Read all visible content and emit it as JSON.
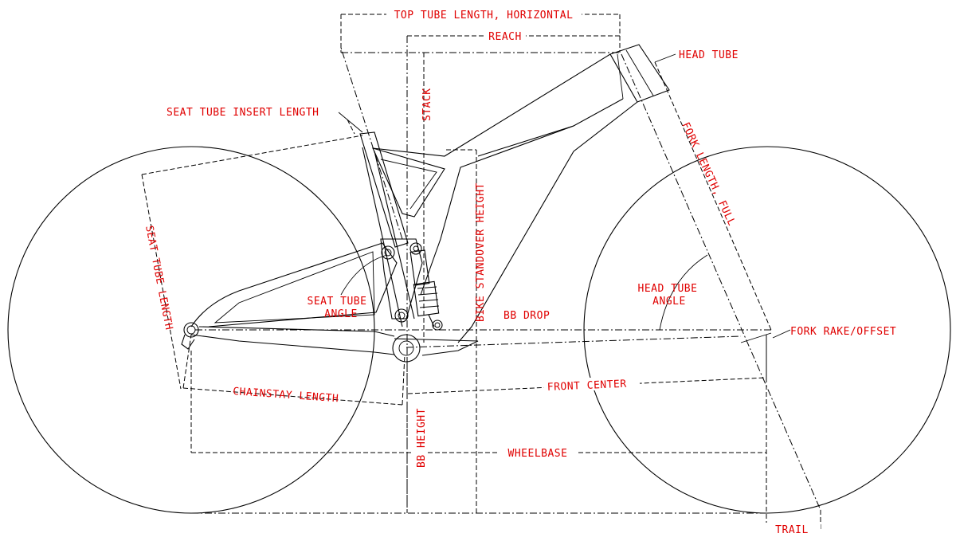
{
  "colors": {
    "line": "#000000",
    "label": "#e00000",
    "background": "#ffffff"
  },
  "labels": {
    "top_tube": "TOP TUBE LENGTH, HORIZONTAL",
    "reach": "REACH",
    "head_tube": "HEAD TUBE",
    "seat_tube_insert": "SEAT TUBE INSERT LENGTH",
    "stack": "STACK",
    "fork_length": "FORK LENGTH, FULL",
    "seat_tube_length": "SEAT TUBE LENGTH",
    "standover": "BIKE STANDOVER HEIGHT",
    "head_tube_angle_1": "HEAD TUBE",
    "head_tube_angle_2": "ANGLE",
    "seat_tube_angle_1": "SEAT TUBE",
    "seat_tube_angle_2": "ANGLE",
    "bb_drop": "BB DROP",
    "fork_rake": "FORK RAKE/OFFSET",
    "chainstay": "CHAINSTAY LENGTH",
    "front_center": "FRONT CENTER",
    "bb_height": "BB HEIGHT",
    "wheelbase": "WHEELBASE",
    "trail": "TRAIL"
  }
}
